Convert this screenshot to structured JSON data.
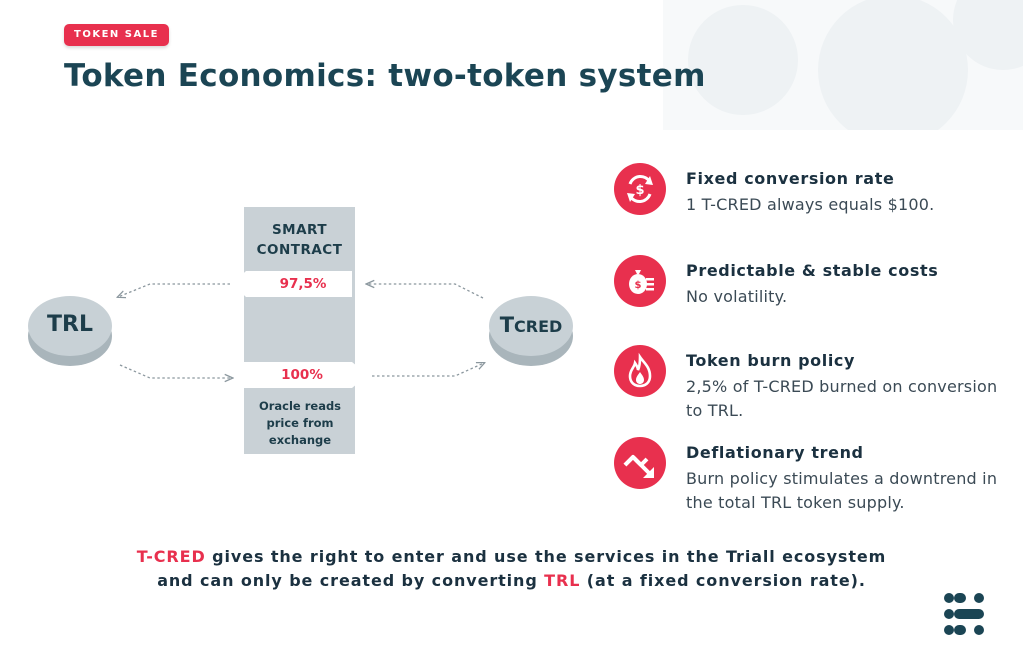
{
  "header": {
    "badge": "TOKEN SALE",
    "title": "Token Economics: two-token system"
  },
  "diagram": {
    "left_token": "TRL",
    "right_token_prefix": "T",
    "right_token_suffix": "CRED",
    "contract_line1": "SMART",
    "contract_line2": "CONTRACT",
    "rate_to_trl": "97,5%",
    "rate_to_tcred": "100%",
    "oracle_line1": "Oracle reads",
    "oracle_line2": "price from",
    "oracle_line3": "exchange"
  },
  "features": [
    {
      "icon": "exchange-dollar-icon",
      "title": "Fixed conversion rate",
      "desc": "1 T-CRED always equals $100."
    },
    {
      "icon": "money-bag-icon",
      "title": "Predictable & stable costs",
      "desc": "No volatility."
    },
    {
      "icon": "flame-icon",
      "title": "Token burn policy",
      "desc": "2,5% of T-CRED burned on conversion to TRL."
    },
    {
      "icon": "downtrend-arrow-icon",
      "title": "Deflationary trend",
      "desc": "Burn policy stimulates a downtrend in the total TRL token supply."
    }
  ],
  "bottom": {
    "line1_highlight": "T-CRED",
    "line1_rest": " gives the right to enter and use the services in the Triall ecosystem",
    "line2_start": "and can only be created by converting ",
    "line2_highlight": "TRL",
    "line2_end": " (at a fixed conversion rate)."
  },
  "colors": {
    "accent": "#e8304e",
    "dark": "#1b4554",
    "contract_bg": "#c9d1d6",
    "node": "#c5cfd4"
  }
}
